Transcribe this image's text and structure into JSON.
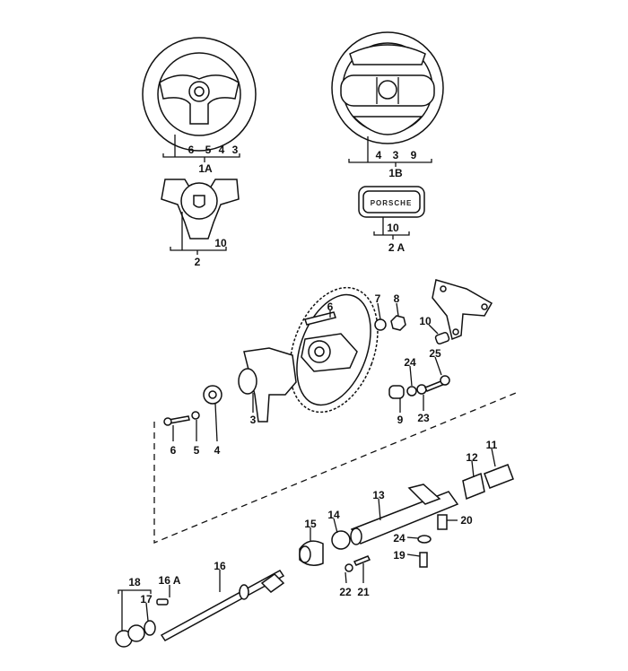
{
  "diagram": {
    "title_labels": {
      "wheel_1a": {
        "parts": [
          "6",
          "5",
          "4",
          "3"
        ],
        "assembly": "1A"
      },
      "wheel_1b": {
        "parts": [
          "4",
          "3",
          "9"
        ],
        "assembly": "1B"
      },
      "pad_2": {
        "parts": [
          "10"
        ],
        "assembly": "2"
      },
      "pad_2a": {
        "parts": [
          "10"
        ],
        "assembly": "2 A",
        "logo_text": "PORSCHE"
      }
    },
    "callouts": {
      "p6_upper": "6",
      "p7": "7",
      "p8": "8",
      "p10": "10",
      "p25": "25",
      "p24_upper": "24",
      "p9": "9",
      "p23": "23",
      "p3": "3",
      "p4": "4",
      "p5": "5",
      "p6_lower": "6",
      "p11": "11",
      "p12": "12",
      "p13": "13",
      "p14": "14",
      "p15": "15",
      "p20": "20",
      "p24_lower": "24",
      "p19": "19",
      "p16": "16",
      "p16a": "16 A",
      "p18": "18",
      "p17": "17",
      "p22": "22",
      "p21": "21"
    }
  }
}
